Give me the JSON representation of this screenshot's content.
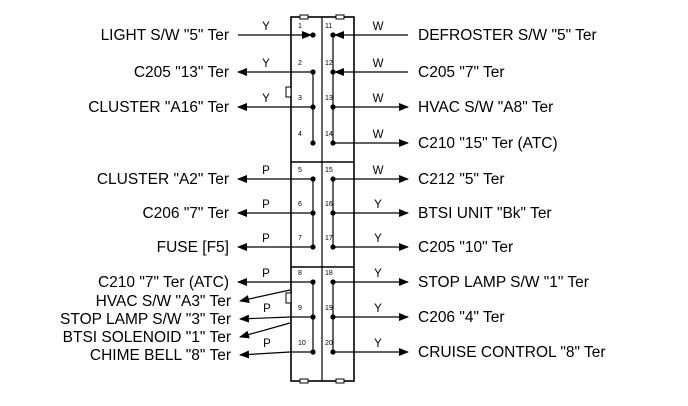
{
  "left_connections": [
    {
      "label": "LIGHT S/W \"5\" Ter",
      "color": "Y",
      "pin": "1"
    },
    {
      "label": "C205 \"13\" Ter",
      "color": "Y",
      "pin": "2"
    },
    {
      "label": "CLUSTER \"A16\" Ter",
      "color": "Y",
      "pin": "3"
    },
    {
      "label": "",
      "color": "",
      "pin": "4"
    },
    {
      "label": "CLUSTER \"A2\" Ter",
      "color": "P",
      "pin": "5"
    },
    {
      "label": "C206 \"7\" Ter",
      "color": "P",
      "pin": "6"
    },
    {
      "label": "FUSE [F5]",
      "color": "P",
      "pin": "7"
    },
    {
      "label": "C210 \"7\" Ter (ATC)",
      "color": "P",
      "pin": "8"
    },
    {
      "label": "",
      "color": "P",
      "pin": "9"
    },
    {
      "label": "",
      "color": "P",
      "pin": "10"
    }
  ],
  "left_branch_labels": [
    "HVAC S/W \"A3\" Ter",
    "STOP LAMP S/W \"3\" Ter",
    "BTSI SOLENOID \"1\" Ter",
    "CHIME BELL \"8\" Ter"
  ],
  "right_connections": [
    {
      "label": "DEFROSTER S/W \"5\" Ter",
      "color": "W",
      "pin": "11"
    },
    {
      "label": "C205 \"7\" Ter",
      "color": "W",
      "pin": "12"
    },
    {
      "label": "HVAC S/W \"A8\" Ter",
      "color": "W",
      "pin": "13"
    },
    {
      "label": "C210 \"15\" Ter (ATC)",
      "color": "W",
      "pin": "14"
    },
    {
      "label": "C212 \"5\" Ter",
      "color": "W",
      "pin": "15"
    },
    {
      "label": "BTSI UNIT \"Bk\" Ter",
      "color": "Y",
      "pin": "16"
    },
    {
      "label": "C205 \"10\" Ter",
      "color": "Y",
      "pin": "17"
    },
    {
      "label": "STOP LAMP S/W \"1\" Ter",
      "color": "Y",
      "pin": "18"
    },
    {
      "label": "C206 \"4\" Ter",
      "color": "Y",
      "pin": "19"
    },
    {
      "label": "CRUISE CONTROL \"8\" Ter",
      "color": "Y",
      "pin": "20"
    }
  ]
}
